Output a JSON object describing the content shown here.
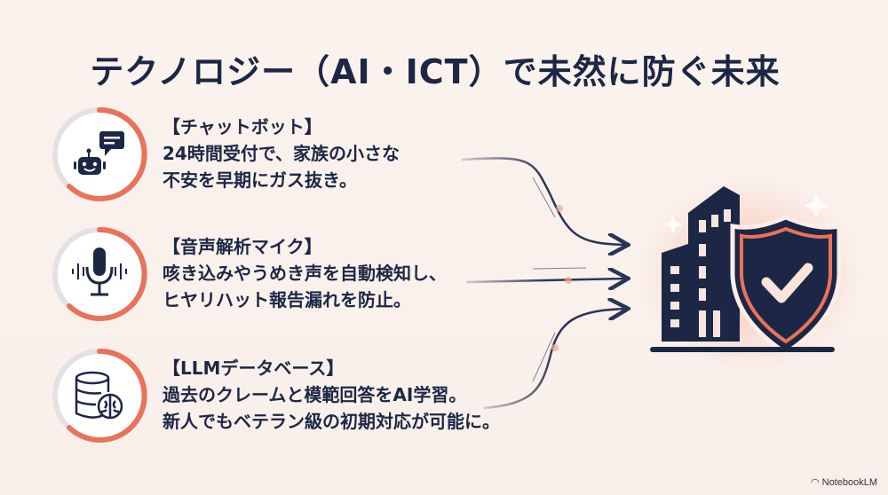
{
  "title": "テクノロジー（AI・ICT）で未然に防ぐ未来",
  "items": [
    {
      "heading": "【チャットボット】",
      "line1": "24時間受付で、家族の小さな",
      "line2": "不安を早期にガス抜き。",
      "icon": "chatbot-robot-icon"
    },
    {
      "heading": "【音声解析マイク】",
      "line1": "咳き込みやうめき声を自動検知し、",
      "line2": "ヒヤリハット報告漏れを防止。",
      "icon": "microphone-soundwave-icon"
    },
    {
      "heading": "【LLMデータベース】",
      "line1": "過去のクレームと模範回答をAI学習。",
      "line2": "新人でもベテラン級の初期対応が可能に。",
      "icon": "database-brain-icon"
    }
  ],
  "hero_icon": "building-shield-check-icon",
  "watermark": "NotebookLM",
  "colors": {
    "navy": "#1c2745",
    "accent": "#e8735a",
    "background": "#fbf2ee"
  }
}
